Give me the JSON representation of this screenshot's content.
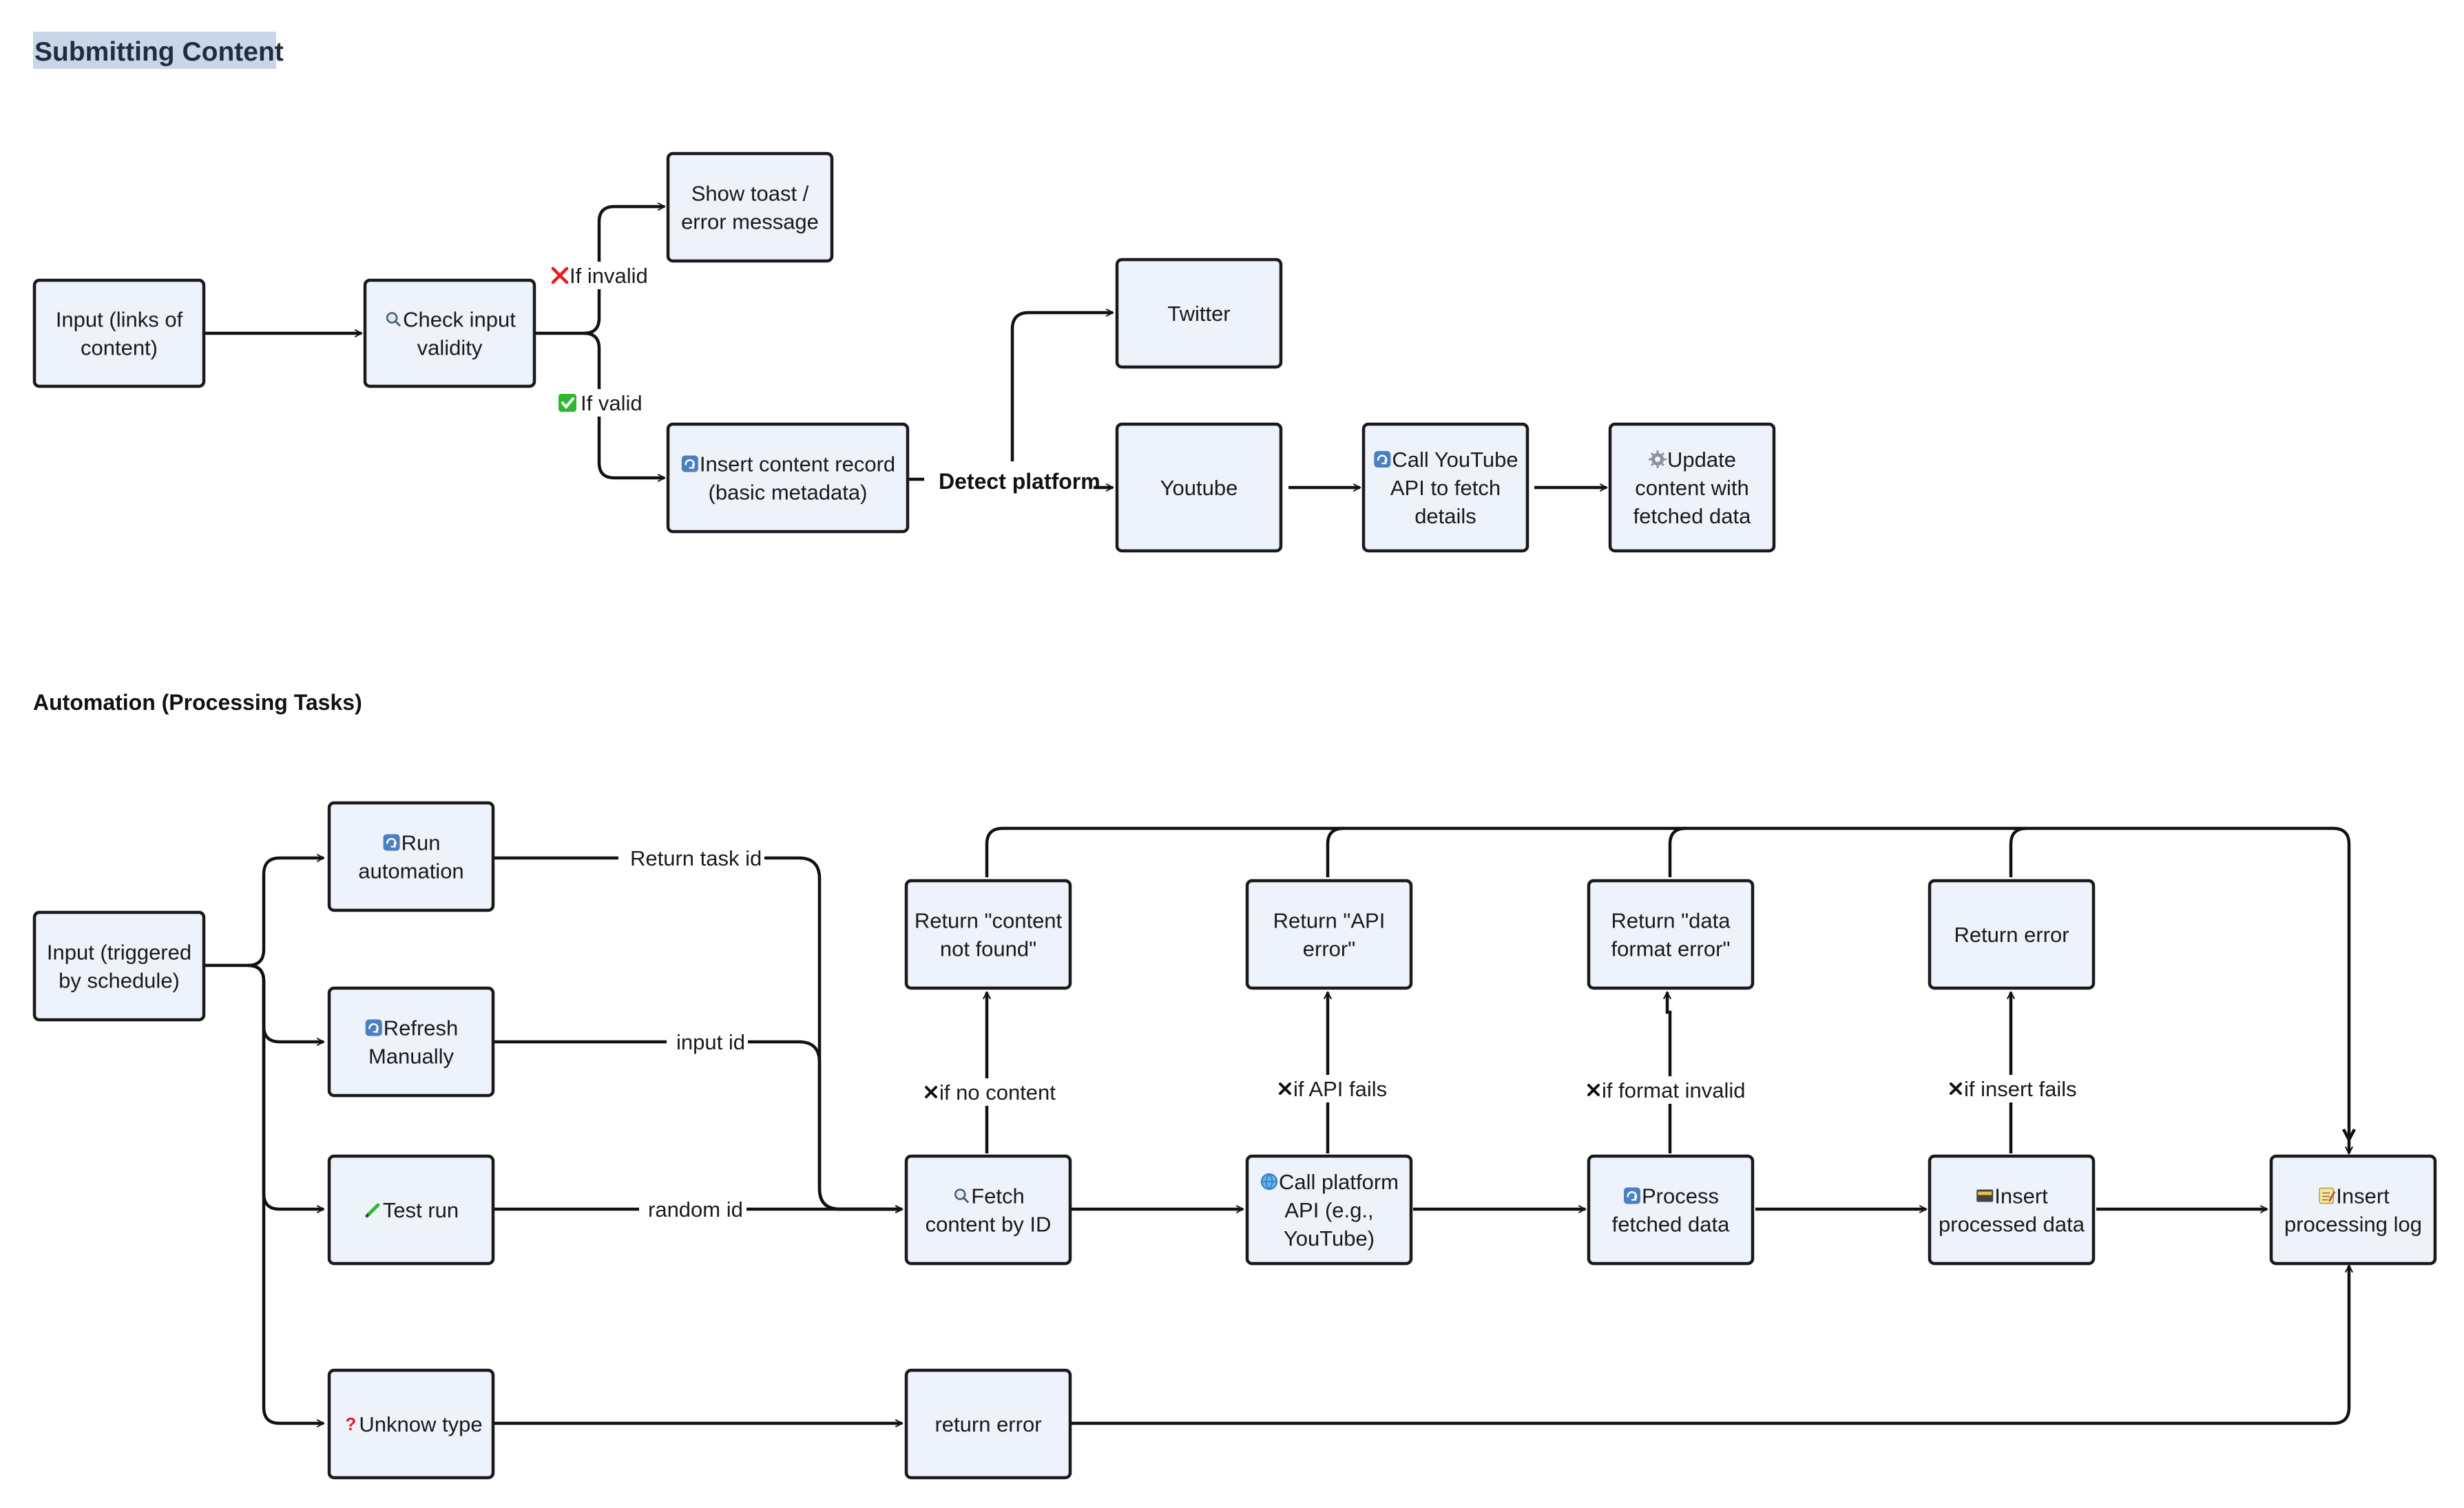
{
  "sections": {
    "submitting_title": "Submitting Content",
    "automation_title": "Automation (Processing Tasks)"
  },
  "colors": {
    "node_fill": "#eef2fb",
    "node_stroke": "#1a1a1a",
    "title_highlight": "#c9d6ea",
    "invalid_red": "#e02020",
    "valid_green": "#2eb82e",
    "icon_blue": "#4a7fc1"
  },
  "nodes": {
    "input_links": {
      "lines": [
        "Input (links of",
        "content)"
      ]
    },
    "check_validity": {
      "icon": "magnifier-icon",
      "lines": [
        "Check input",
        "validity"
      ]
    },
    "show_toast": {
      "lines": [
        "Show toast /",
        "error message"
      ]
    },
    "insert_record": {
      "icon": "refresh-icon",
      "lines": [
        "Insert content record",
        "(basic metadata)"
      ]
    },
    "twitter": {
      "lines": [
        "Twitter"
      ]
    },
    "youtube": {
      "lines": [
        "Youtube"
      ]
    },
    "call_youtube": {
      "icon": "refresh-icon",
      "lines": [
        "Call YouTube",
        "API to fetch",
        "details"
      ]
    },
    "update_content": {
      "icon": "gear-icon",
      "lines": [
        "Update",
        "content with",
        "fetched data"
      ]
    },
    "input_schedule": {
      "lines": [
        "Input (triggered",
        "by schedule)"
      ]
    },
    "run_automation": {
      "icon": "refresh-icon",
      "lines": [
        "Run",
        "automation"
      ]
    },
    "refresh_manually": {
      "icon": "refresh-icon",
      "lines": [
        "Refresh",
        "Manually"
      ]
    },
    "test_run": {
      "icon": "pencil-icon",
      "lines": [
        "Test run"
      ]
    },
    "unknown_type": {
      "icon": "question-icon",
      "lines": [
        "Unknow type"
      ]
    },
    "return_error_bottom": {
      "lines": [
        "return error"
      ]
    },
    "fetch_content": {
      "icon": "magnifier-icon",
      "lines": [
        "Fetch",
        "content by ID"
      ]
    },
    "call_platform": {
      "icon": "globe-icon",
      "lines": [
        "Call platform",
        "API (e.g.,",
        "YouTube)"
      ]
    },
    "process_data": {
      "icon": "refresh-icon",
      "lines": [
        "Process",
        "fetched data"
      ]
    },
    "insert_processed": {
      "icon": "database-icon",
      "lines": [
        "Insert",
        "processed data"
      ]
    },
    "insert_log": {
      "icon": "memo-icon",
      "lines": [
        "Insert",
        "processing log"
      ]
    },
    "ret_not_found": {
      "lines": [
        "Return \"content",
        "not found\""
      ]
    },
    "ret_api_error": {
      "lines": [
        "Return \"API",
        "error\""
      ]
    },
    "ret_format_error": {
      "lines": [
        "Return \"data",
        "format error\""
      ]
    },
    "ret_error": {
      "lines": [
        "Return error"
      ]
    }
  },
  "edge_labels": {
    "if_invalid": "If invalid",
    "if_valid": "If valid",
    "detect_platform": "Detect platform",
    "return_task_id": "Return task id",
    "input_id": "input id",
    "random_id": "random id",
    "if_no_content": "if no content",
    "if_api_fails": "if API fails",
    "if_format_invalid": "if format invalid",
    "if_insert_fails": "if insert fails"
  }
}
